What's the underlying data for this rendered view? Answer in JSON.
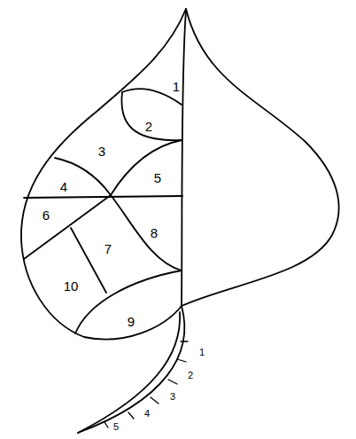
{
  "diagram": {
    "labels": [
      "1",
      "2",
      "3",
      "5",
      "4",
      "6",
      "8",
      "7",
      "10",
      "9",
      "1",
      "2",
      "3",
      "4",
      "5"
    ]
  }
}
